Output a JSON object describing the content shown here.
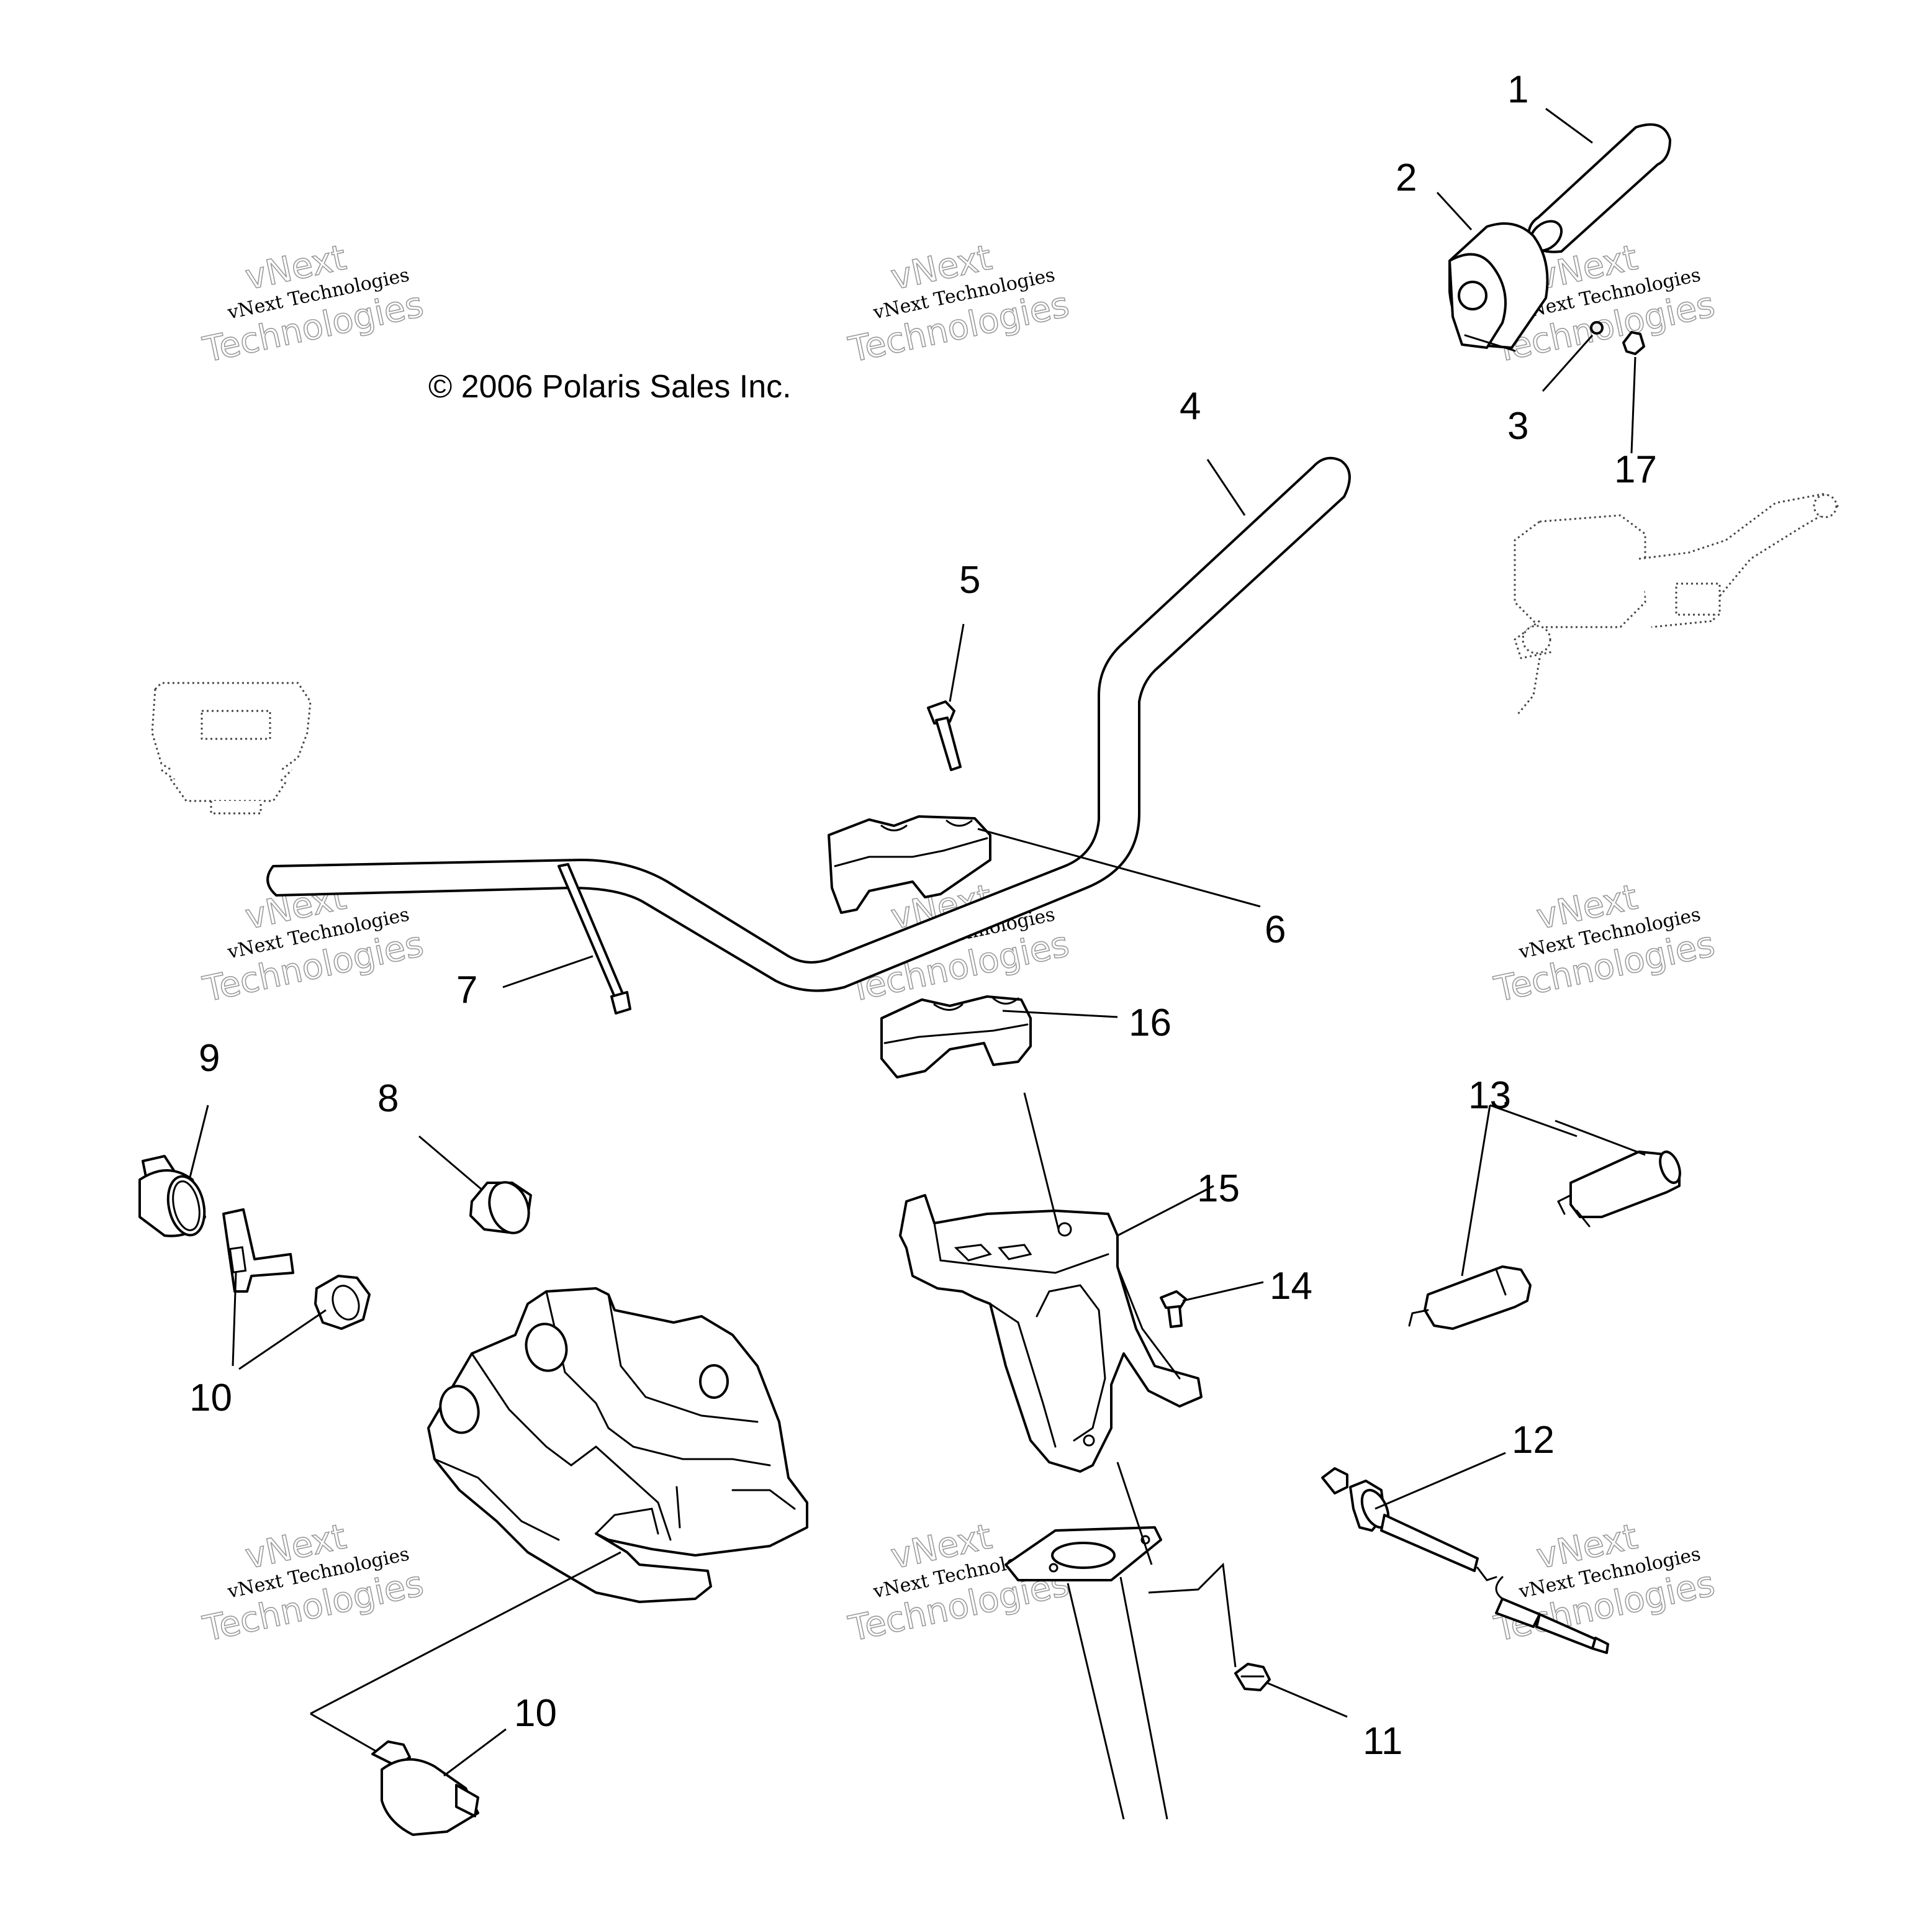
{
  "copyright": "© 2006 Polaris Sales Inc.",
  "watermark": {
    "top": "vNext",
    "line": "vNext Technologies",
    "big": "Technologies"
  },
  "callouts": {
    "c1": "1",
    "c2": "2",
    "c3": "3",
    "c4": "4",
    "c5": "5",
    "c6": "6",
    "c7": "7",
    "c8": "8",
    "c9": "9",
    "c10a": "10",
    "c10b": "10",
    "c11": "11",
    "c12": "12",
    "c13": "13",
    "c14": "14",
    "c15": "15",
    "c16": "16",
    "c17": "17"
  },
  "colors": {
    "ink": "#000000",
    "background": "#ffffff",
    "watermark": "#9a9a9a"
  }
}
